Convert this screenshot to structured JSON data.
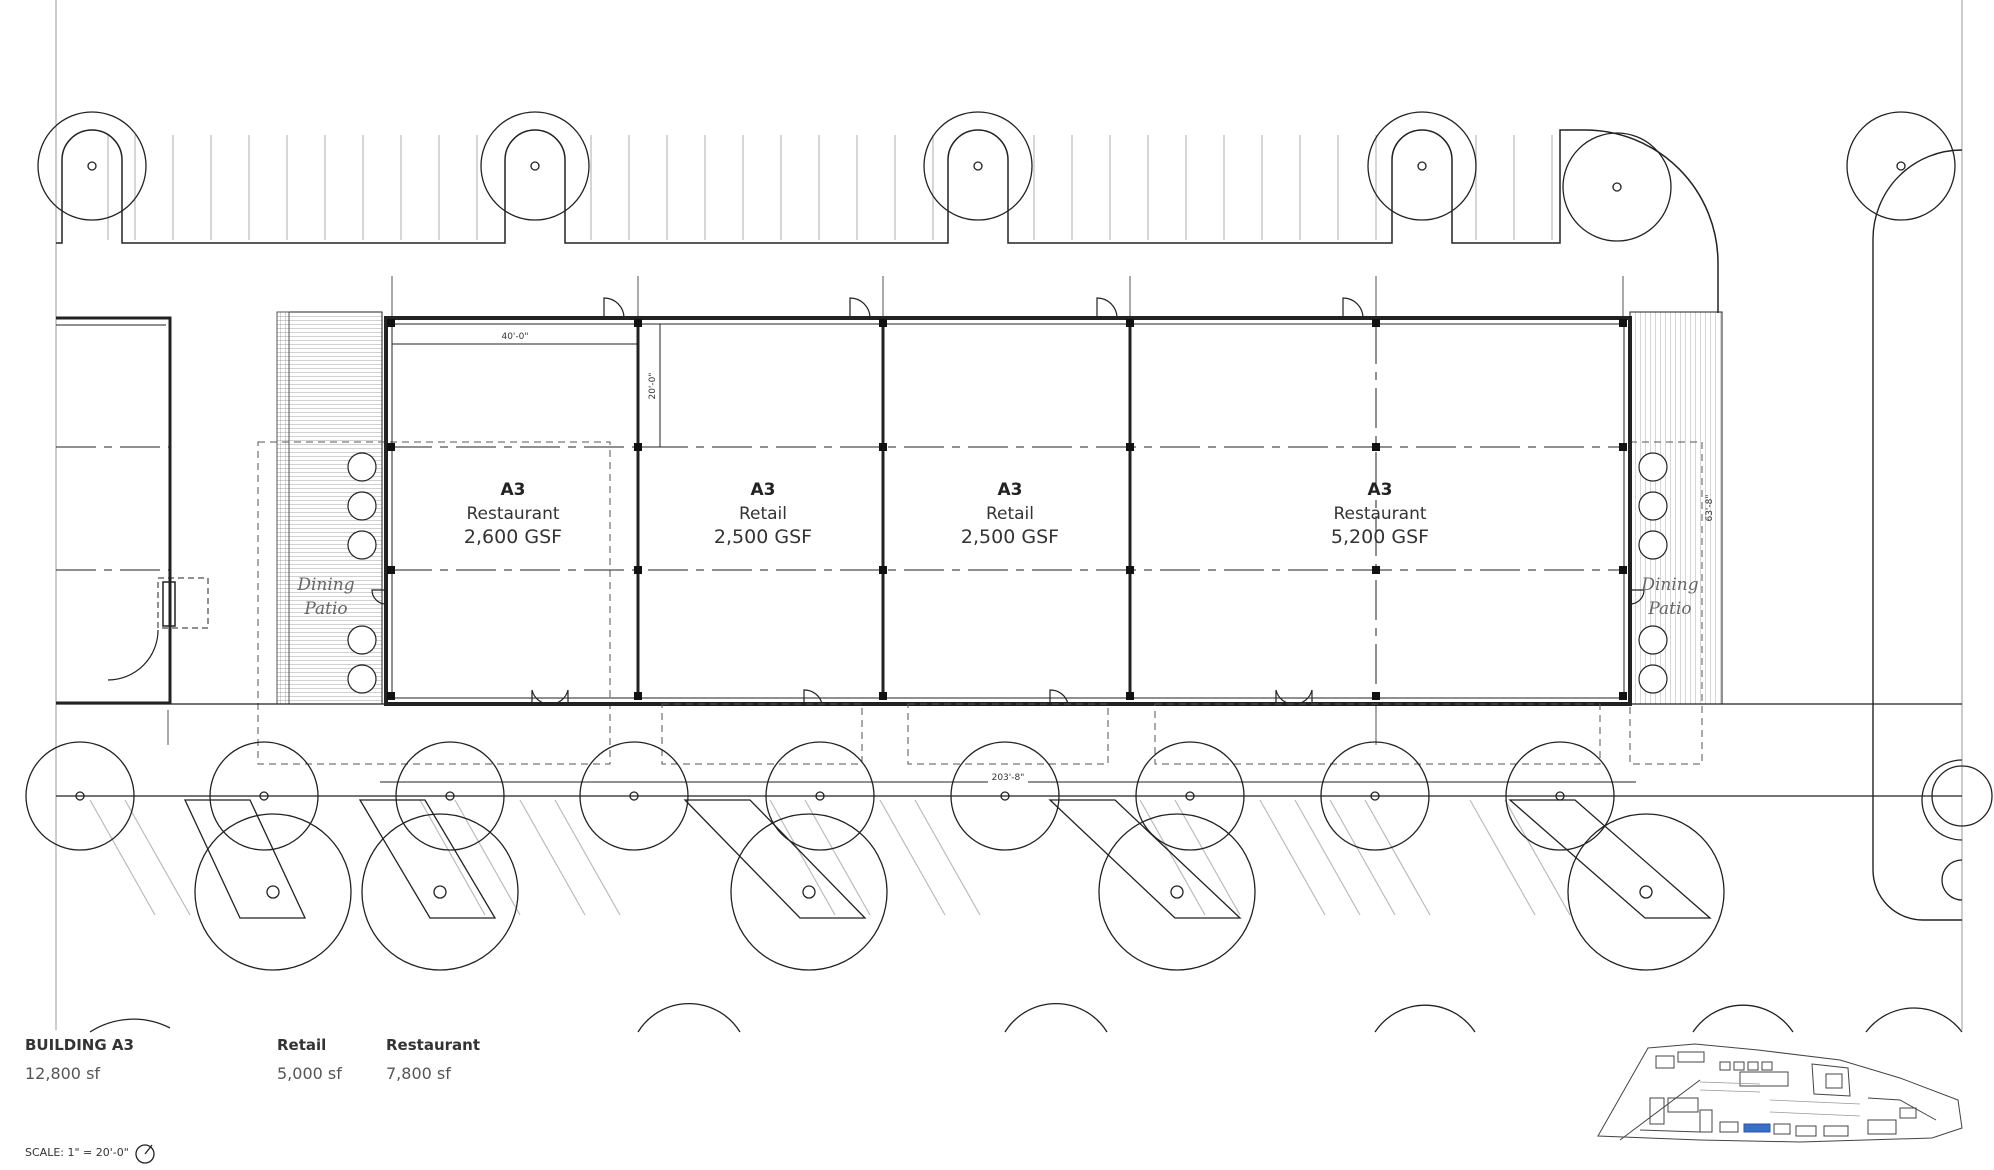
{
  "plan": {
    "units": [
      {
        "id": "A3",
        "use": "Restaurant",
        "area": "2,600 GSF"
      },
      {
        "id": "A3",
        "use": "Retail",
        "area": "2,500 GSF"
      },
      {
        "id": "A3",
        "use": "Retail",
        "area": "2,500 GSF"
      },
      {
        "id": "A3",
        "use": "Restaurant",
        "area": "5,200 GSF"
      }
    ],
    "patio_left": [
      "Dining",
      "Patio"
    ],
    "patio_right": [
      "Dining",
      "Patio"
    ],
    "dimensions": {
      "bay_width": "40'-0\"",
      "bay_depth": "20'-0\"",
      "building_depth": "63'-8\"",
      "building_length": "203'-8\""
    }
  },
  "legend": {
    "building_label": "BUILDING A3",
    "building_area": "12,800 sf",
    "retail_label": "Retail",
    "retail_area": "5,000 sf",
    "restaurant_label": "Restaurant",
    "restaurant_area": "7,800 sf"
  },
  "scale": "SCALE: 1\" = 20'-0\"",
  "colors": {
    "line": "#222222",
    "light_line": "#bbbbbb",
    "key_highlight": "#3a6fc7"
  },
  "icons": [
    "north-arrow-icon",
    "site-key-map"
  ]
}
